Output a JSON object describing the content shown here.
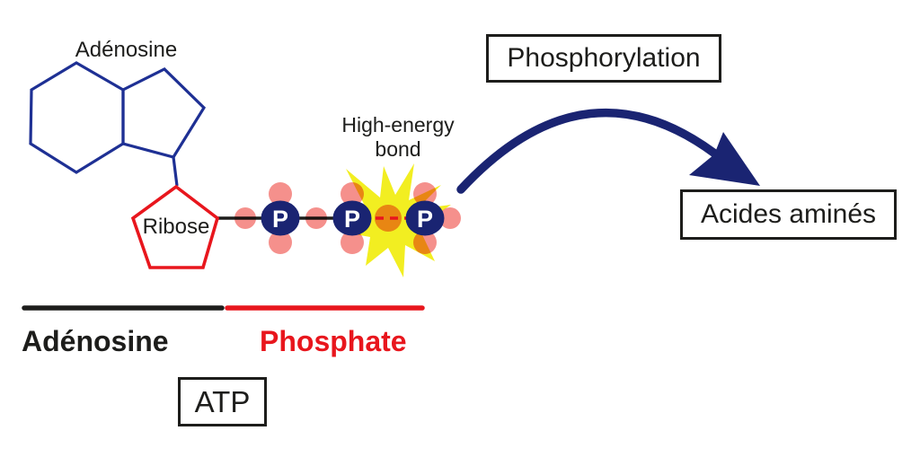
{
  "colors": {
    "navy": "#1a2472",
    "ring_blue": "#1e3094",
    "red": "#e8161d",
    "pink": "#f5908c",
    "yellow": "#f2ee21",
    "ink": "#1d1d1b"
  },
  "diagram": {
    "adenosine_top_label": "Adénosine",
    "ribose_label": "Ribose",
    "high_energy_line1": "High-energy",
    "high_energy_line2": "bond",
    "phosphorus_labels": [
      "P",
      "P",
      "P"
    ],
    "phosphorylation_label": "Phosphorylation",
    "acides_amines_label": "Acides aminés",
    "adenosine_bracket_label": "Adénosine",
    "phosphate_bracket_label": "Phosphate",
    "atp_label": "ATP"
  }
}
